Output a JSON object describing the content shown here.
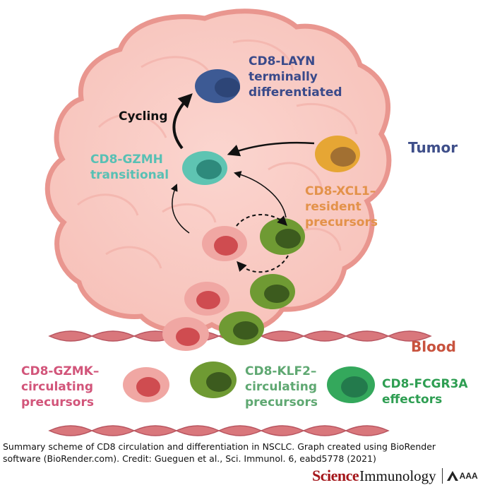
{
  "regions": {
    "tumor": "Tumor",
    "blood": "Blood"
  },
  "labels": {
    "layn": [
      "CD8-LAYN",
      "terminally",
      "differentiated"
    ],
    "cycling": "Cycling",
    "gzmh": [
      "CD8-GZMH",
      "transitional"
    ],
    "xcl1": [
      "CD8-XCL1–",
      "resident",
      "precursors"
    ],
    "gzmk": [
      "CD8-GZMK–",
      "circulating",
      "precursors"
    ],
    "klf2": [
      "CD8-KLF2–",
      "circulating",
      "precursors"
    ],
    "fcgr3a": [
      "CD8-FCGR3A",
      "effectors"
    ]
  },
  "caption": {
    "line1": "Summary scheme of CD8 circulation and differentiation in NSCLC. Graph created using BioRender",
    "line2": "software (BioRender.com). Credit: Gueguen et al., Sci. Immunol. 6, eabd5778 (2021)"
  },
  "logo": {
    "science": "Science",
    "immunology": "Immunology",
    "aaas": "AAAS"
  },
  "colors": {
    "tumor_fill": "#f9c9c2",
    "tumor_outline": "#e9968f",
    "layn": "#3d5a94",
    "gzmh": "#5ec4b2",
    "xcl1": "#e6a634",
    "gzmk": "#f0a7a3",
    "klf2": "#6f9a33",
    "fcgr3a": "#34a85c",
    "endothelium": "#d9777c",
    "tumor_label": "#3f4f8a",
    "blood_label": "#c8533e",
    "gzmk_label": "#d2557a",
    "klf2_label": "#5fa872",
    "fcgr3a_label": "#2e9e52",
    "xcl1_label": "#e3924a",
    "gzmh_label": "#58c0b4",
    "layn_label": "#3a4a8a"
  }
}
